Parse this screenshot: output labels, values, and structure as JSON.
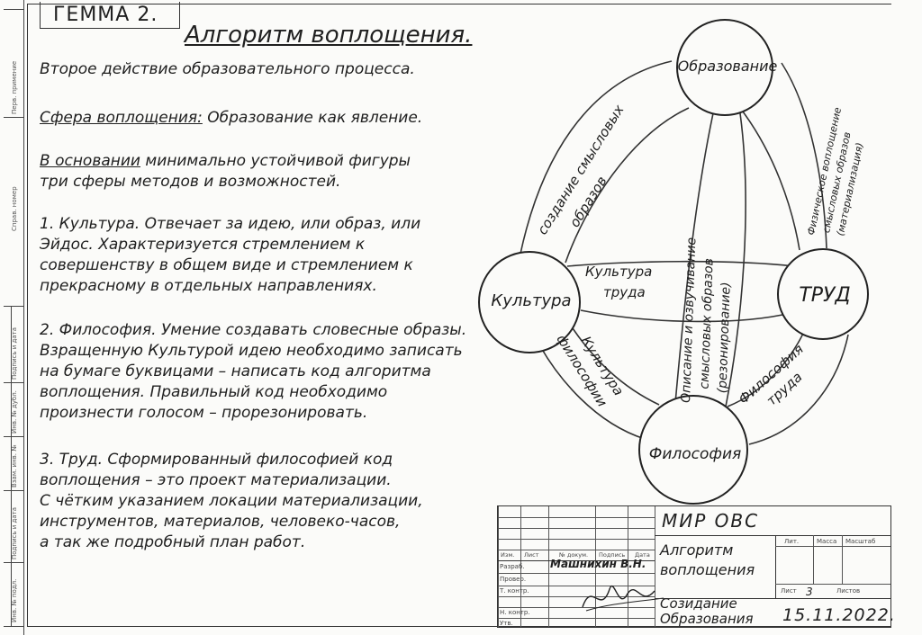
{
  "topic": "ГЕММА 2.",
  "title": "Алгоритм воплощения.",
  "intro": "Второе действие образовательного процесса.",
  "sphere": {
    "label": "Сфера воплощения:",
    "text": " Образование как явление."
  },
  "basis": {
    "label": "В основании",
    "line1": " минимально устойчивой фигуры",
    "line2": "три сферы методов и возможностей."
  },
  "culture": [
    "1. Культура. Отвечает за идею, или образ, или",
    "Эйдос. Характеризуется стремлением к",
    "совершенству в общем виде и стремлением к",
    "прекрасному в отдельных направлениях."
  ],
  "philosophy": [
    "2. Философия. Умение создавать словесные образы.",
    "Взращенную Культурой идею необходимо записать",
    "на бумаге буквицами – написать код алгоритма",
    "воплощения. Правильный код необходимо",
    "произнести голосом – прорезонировать."
  ],
  "labor": [
    "3. Труд. Сформированный философией код",
    "воплощения – это проект материализации.",
    "С чётким указанием локации материализации,",
    "инструментов, материалов, человеко-часов,",
    "а так же подробный план работ."
  ],
  "diagram": {
    "nodes": {
      "education": "Образование",
      "culture": "Культура",
      "labor": "ТРУД",
      "philosophy": "Философия"
    },
    "edges": {
      "culture_education": [
        "создание смысловых",
        "образов"
      ],
      "culture_labor": [
        "Культура",
        "труда"
      ],
      "culture_philosophy": [
        "Культура",
        "философии"
      ],
      "education_philosophy": [
        "Описание и озвучивание",
        "смысловых образов",
        "(резонирование)"
      ],
      "education_labor": [
        "Физическое воплощение",
        "смысловых образов",
        "(материализация)"
      ],
      "philosophy_labor": [
        "Философия",
        "труда"
      ]
    }
  },
  "stamp": {
    "code": "МИР ОВС",
    "doc_title": [
      "Алгоритм",
      "воплощения"
    ],
    "org": [
      "Созидание",
      "Образования"
    ],
    "date": "15.11.2022.",
    "author": "Машнихин В.Н.",
    "sheet": "3",
    "col_headers": [
      "Изм.",
      "Лист",
      "№ докум.",
      "Подпись",
      "Дата"
    ],
    "row_labels": [
      "Разраб.",
      "Провер.",
      "Т. контр.",
      "",
      "Н. контр.",
      "Утв."
    ],
    "right_headers": [
      "Лит.",
      "Масса",
      "Масштаб"
    ],
    "sheet_label": "Лист",
    "sheets_label": "Листов"
  },
  "side_labels": [
    "Перв. примение",
    "Справ. номер",
    "Подпись и дата",
    "Инв. № дубл.",
    "Взам. инв. №",
    "Подпись и дата",
    "Инв. № подл."
  ]
}
